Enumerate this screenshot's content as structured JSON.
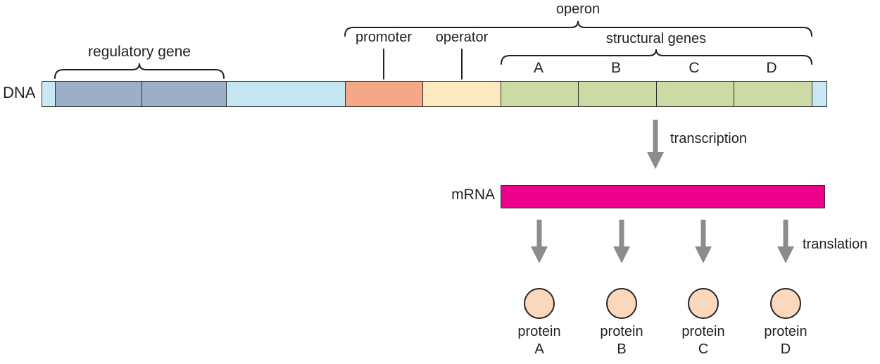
{
  "dna": {
    "label": "DNA",
    "segments": [
      {
        "name": "left-end",
        "color": "#c9e8f3",
        "width": 18
      },
      {
        "name": "regulatory-gene-1",
        "color": "#9bb0c8",
        "width": 123
      },
      {
        "name": "regulatory-gene-2",
        "color": "#9bb0c8",
        "width": 120
      },
      {
        "name": "spacer",
        "color": "#c4e6f1",
        "width": 169
      },
      {
        "name": "promoter",
        "color": "#f5a788",
        "width": 110
      },
      {
        "name": "operator",
        "color": "#fde9c0",
        "width": 111
      },
      {
        "name": "gene-a",
        "color": "#ccdaa4",
        "width": 110
      },
      {
        "name": "gene-b",
        "color": "#ccdaa4",
        "width": 111
      },
      {
        "name": "gene-c",
        "color": "#ccdaa4",
        "width": 110
      },
      {
        "name": "gene-d",
        "color": "#ccdaa4",
        "width": 111
      },
      {
        "name": "right-end",
        "color": "#c9e8f3",
        "width": 21
      }
    ]
  },
  "annotations": {
    "operon": "operon",
    "regulatory_gene": "regulatory gene",
    "promoter": "promoter",
    "operator": "operator",
    "structural_genes": "structural genes",
    "gene_letters": [
      "A",
      "B",
      "C",
      "D"
    ]
  },
  "process": {
    "transcription": "transcription",
    "translation": "translation"
  },
  "mrna": {
    "label": "mRNA",
    "color": "#ec008c"
  },
  "proteins": [
    {
      "line1": "protein",
      "line2": "A"
    },
    {
      "line1": "protein",
      "line2": "B"
    },
    {
      "line1": "protein",
      "line2": "C"
    },
    {
      "line1": "protein",
      "line2": "D"
    }
  ],
  "colors": {
    "arrow_gray": "#8a8c8e",
    "outline": "#2f2f2f",
    "protein_fill": "#fbd8bb"
  }
}
